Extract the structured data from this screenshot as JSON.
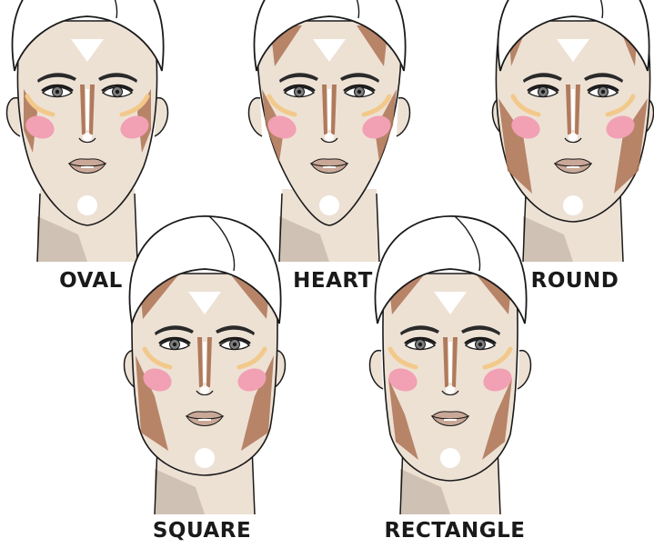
{
  "faces": [
    {
      "shape": "oval",
      "label": "OVAL"
    },
    {
      "shape": "heart",
      "label": "HEART"
    },
    {
      "shape": "round",
      "label": "ROUND"
    },
    {
      "shape": "square",
      "label": "SQUARE"
    },
    {
      "shape": "rectangle",
      "label": "RECTANGLE"
    }
  ],
  "colors": {
    "skin": "#ede1d4",
    "neck_shadow": "#cfc2b4",
    "contour": "#b07a5c",
    "highlight": "#ffffff",
    "highlight_gold": "#f2c98a",
    "blush": "#f2a0b4",
    "lips": "#c9a898",
    "hair": "#ffffff",
    "outline": "#1a1a1a",
    "brow": "#2a2a2a",
    "iris": "#7d7d7d"
  }
}
